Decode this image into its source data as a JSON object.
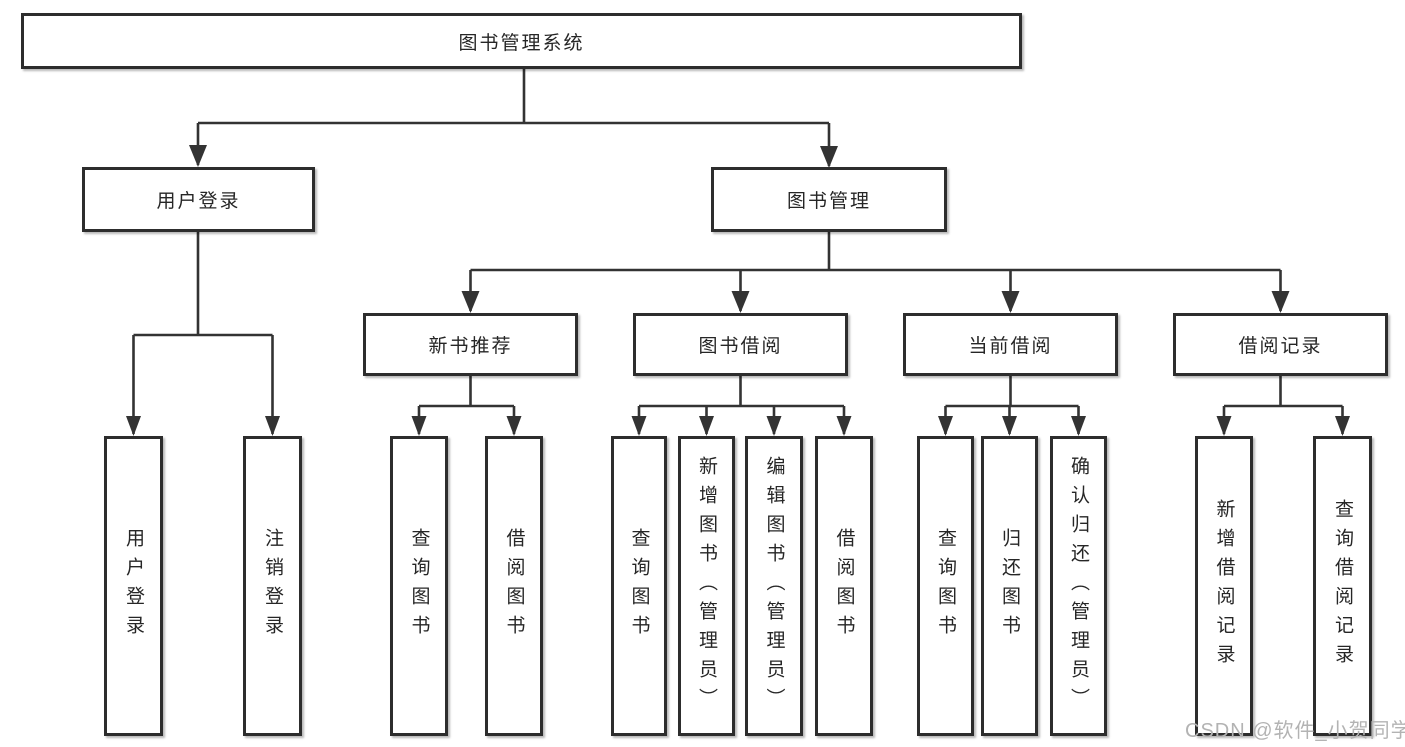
{
  "tree": {
    "root": {
      "label": "图书管理系统"
    },
    "branches": [
      {
        "label": "用户登录",
        "children": [
          {
            "label": "用户登录"
          },
          {
            "label": "注销登录"
          }
        ]
      },
      {
        "label": "图书管理",
        "children": [
          {
            "label": "新书推荐",
            "children": [
              {
                "label": "查询图书"
              },
              {
                "label": "借阅图书"
              }
            ]
          },
          {
            "label": "图书借阅",
            "children": [
              {
                "label": "查询图书"
              },
              {
                "label": "新增图书（管理员）"
              },
              {
                "label": "编辑图书（管理员）"
              },
              {
                "label": "借阅图书"
              }
            ]
          },
          {
            "label": "当前借阅",
            "children": [
              {
                "label": "查询图书"
              },
              {
                "label": "归还图书"
              },
              {
                "label": "确认归还（管理员）"
              }
            ]
          },
          {
            "label": "借阅记录",
            "children": [
              {
                "label": "新增借阅记录"
              },
              {
                "label": "查询借阅记录"
              }
            ]
          }
        ]
      }
    ]
  },
  "watermark": {
    "text": "CSDN @软件_小贺同学"
  },
  "colors": {
    "background": "#ffffff",
    "line": "#333333",
    "box_border": "#2d2d2d",
    "text": "#262626",
    "watermark": "#b3b3b3"
  }
}
